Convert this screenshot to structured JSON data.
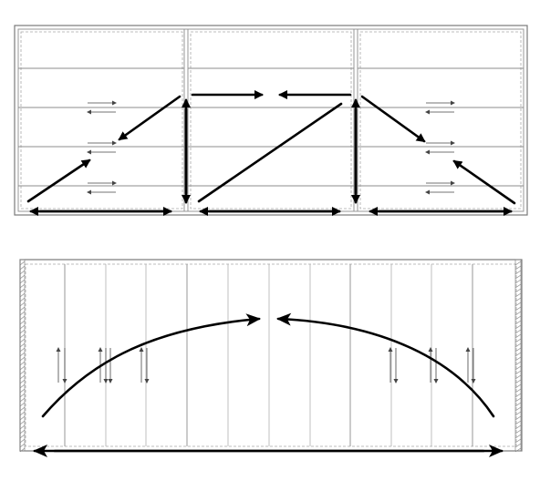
{
  "diagram": {
    "top_unit": {
      "sections": 3,
      "shelves_per_section": 5,
      "motions": [
        "section-lift",
        "section-lower",
        "section-slide",
        "diagonal-shift",
        "sliding-panels"
      ]
    },
    "bottom_unit": {
      "door_panels": 12,
      "motions": [
        "fold-arc-left",
        "fold-arc-right",
        "full-width-slide"
      ]
    }
  }
}
